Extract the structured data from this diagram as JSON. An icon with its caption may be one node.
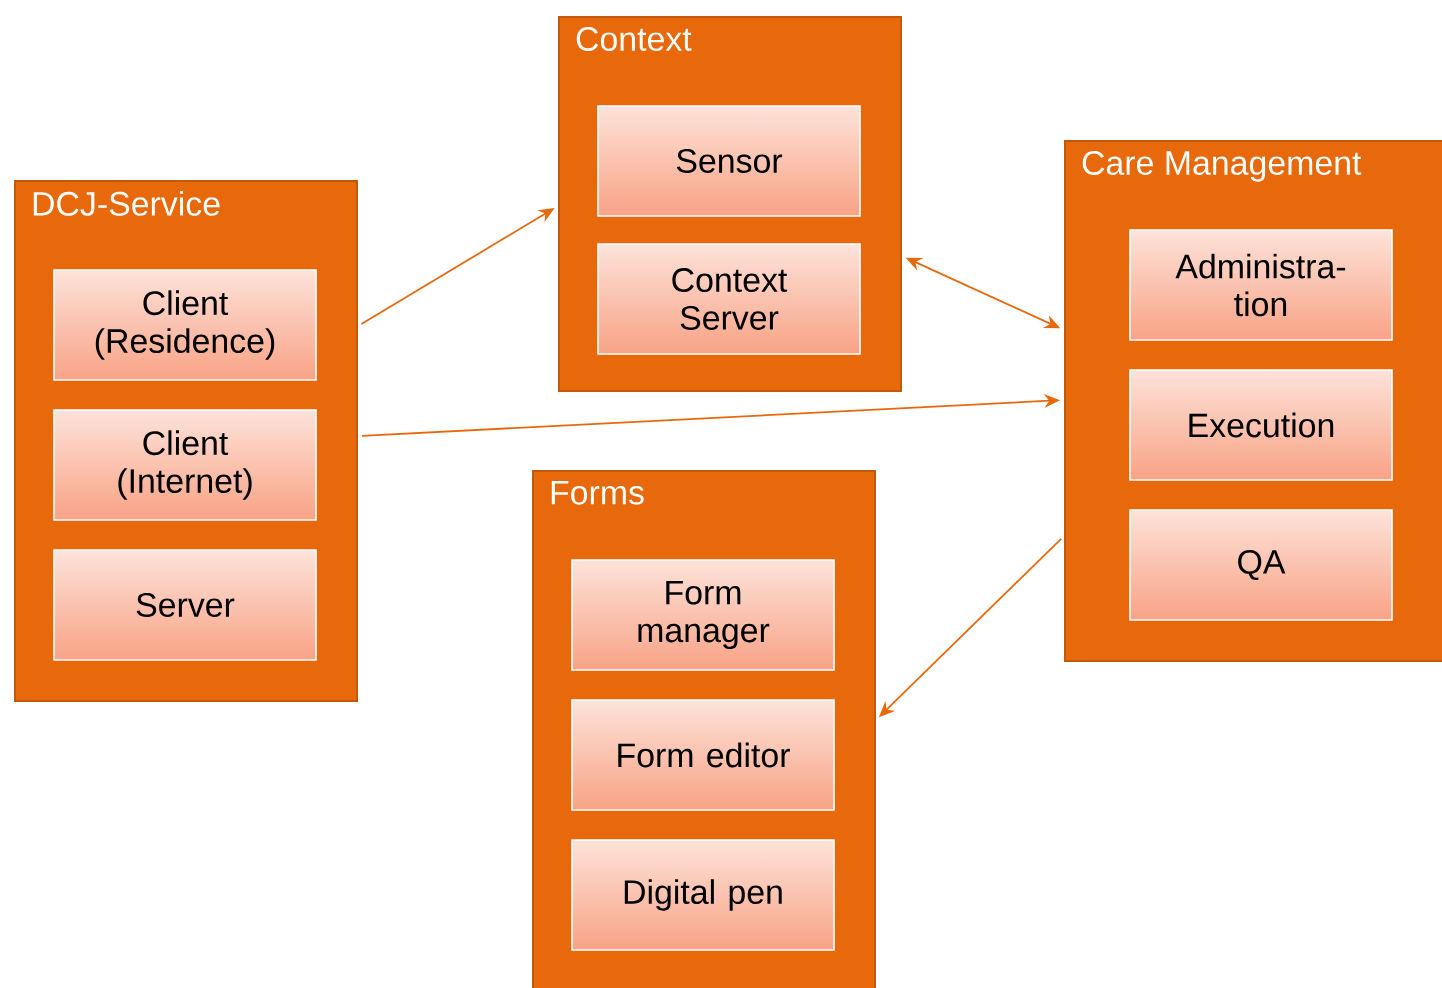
{
  "diagram": {
    "nodes": [
      {
        "text": [
          "DCJ-Service"
        ]
      },
      {
        "text": [
          "Client (Residence)"
        ],
        "in": 0
      },
      {
        "text": [
          "Client (Internet)"
        ],
        "in": 0
      },
      {
        "text": [
          "Server"
        ],
        "in": 0
      },
      {
        "text": [
          "Context"
        ]
      },
      {
        "text": [
          "Sensor"
        ],
        "in": 4
      },
      {
        "text": [
          "Context Server"
        ],
        "in": 4
      },
      {
        "text": [
          "Care Management"
        ]
      },
      {
        "text": [
          "Administra- tion"
        ],
        "in": 7
      },
      {
        "text": [
          "Execution"
        ],
        "in": 7
      },
      {
        "text": [
          "QA"
        ],
        "in": 7
      },
      {
        "text": [
          "Forms"
        ]
      },
      {
        "text": [
          "Form manager"
        ],
        "in": 11
      },
      {
        "text": [
          "Form editor"
        ],
        "in": 11
      },
      {
        "text": [
          "Digital pen"
        ],
        "in": 11
      }
    ],
    "edges": [
      {
        "from": 0,
        "to": 4,
        "arrow": "to"
      },
      {
        "from": 0,
        "to": 7,
        "arrow": "to"
      },
      {
        "from": 4,
        "to": 7,
        "arrow": "both"
      },
      {
        "from": 7,
        "to": 11,
        "arrow": "to"
      }
    ]
  }
}
